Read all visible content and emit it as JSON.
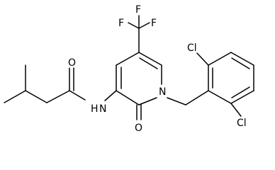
{
  "molecule": {
    "atoms": {
      "F_top": "F",
      "F_left": "F",
      "F_right": "F",
      "N_amide": "N",
      "H_amide": "H",
      "N_ring": "N",
      "O_amide": "O",
      "O_ring": "O",
      "Cl_top": "Cl",
      "Cl_bottom": "Cl"
    }
  },
  "colors": {
    "ink": "#000000",
    "background": "#ffffff"
  }
}
